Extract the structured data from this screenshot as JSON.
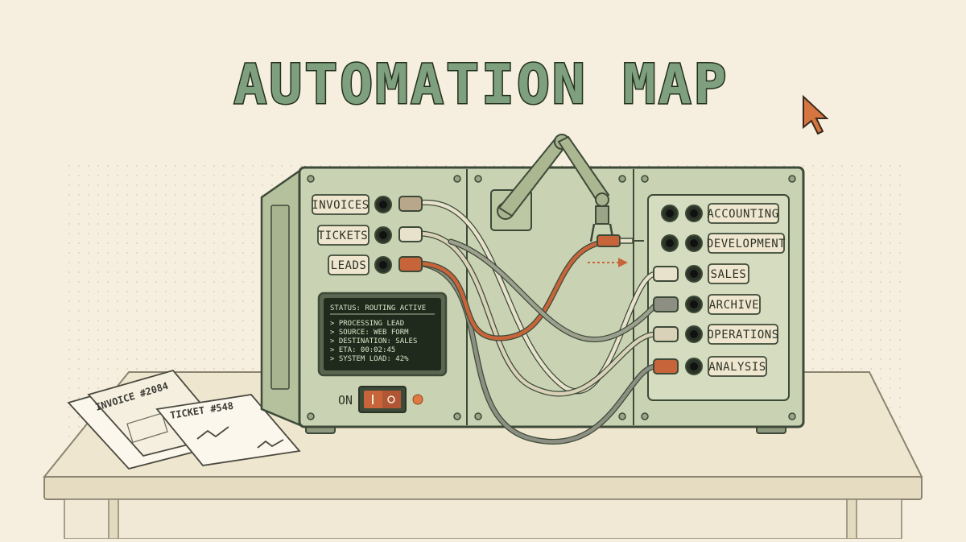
{
  "title": "AUTOMATION MAP",
  "inputs": [
    {
      "label": "INVOICES"
    },
    {
      "label": "TICKETS"
    },
    {
      "label": "LEADS"
    }
  ],
  "outputs": [
    {
      "label": "ACCOUNTING"
    },
    {
      "label": "DEVELOPMENT"
    },
    {
      "label": "SALES"
    },
    {
      "label": "ARCHIVE"
    },
    {
      "label": "OPERATIONS"
    },
    {
      "label": "ANALYSIS"
    }
  ],
  "status_screen": {
    "header": "STATUS: ROUTING ACTIVE",
    "lines": [
      "> PROCESSING LEAD",
      "> SOURCE: WEB FORM",
      "> DESTINATION: SALES",
      "> ETA: 00:02:45",
      "> SYSTEM LOAD: 42%"
    ]
  },
  "power": {
    "label": "ON"
  },
  "documents": [
    {
      "label": "INVOICE #2084"
    },
    {
      "label": "TICKET #548"
    }
  ],
  "colors": {
    "background": "#f6efe0",
    "machine": "#c9d3b3",
    "accent": "#c8643a",
    "title_fill": "#7fa07e",
    "outline": "#3d4a38"
  },
  "icons": [
    "mouse-cursor-icon",
    "robot-arm-icon",
    "power-switch-icon"
  ]
}
